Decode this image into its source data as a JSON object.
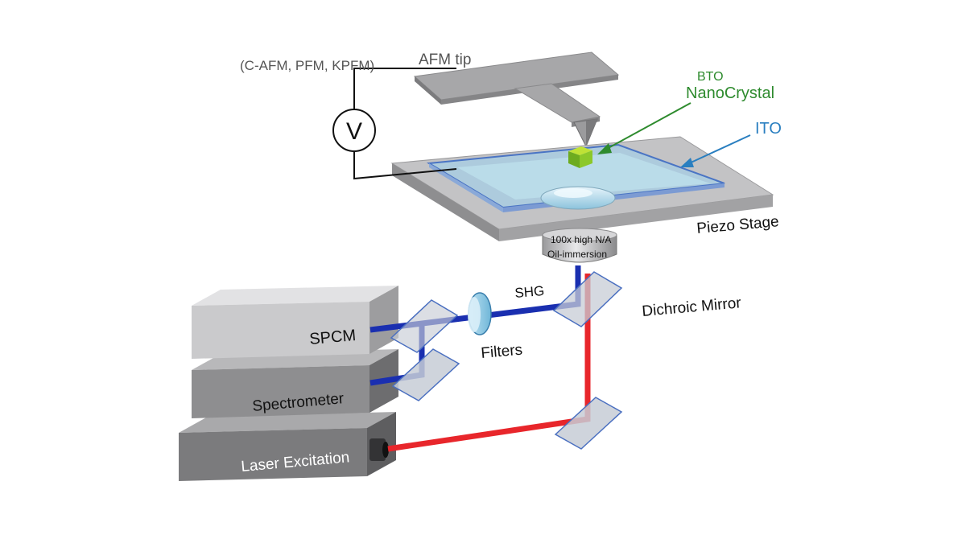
{
  "labels": {
    "modes": "(C-AFM, PFM, KPFM)",
    "afm_tip": "AFM tip",
    "voltmeter": "V",
    "bto_line1": "BTO",
    "bto_line2": "NanoCrystal",
    "ito": "ITO",
    "piezo_stage": "Piezo Stage",
    "objective_line1": "100x  high N/A",
    "objective_line2": "Oil-immersion",
    "shg": "SHG",
    "dichroic_mirror": "Dichroic Mirror",
    "filters": "Filters",
    "spcm": "SPCM",
    "spectrometer": "Spectrometer",
    "laser_excitation": "Laser Excitation"
  },
  "colors": {
    "blue_beam": "#1a2fb0",
    "red_beam": "#e8262b",
    "bto_green": "#2e8b2e",
    "ito_blue": "#2a7fc0",
    "box_light": "#d2d2d4",
    "box_mid": "#8d8d8f",
    "box_dark": "#6c6c6e"
  }
}
